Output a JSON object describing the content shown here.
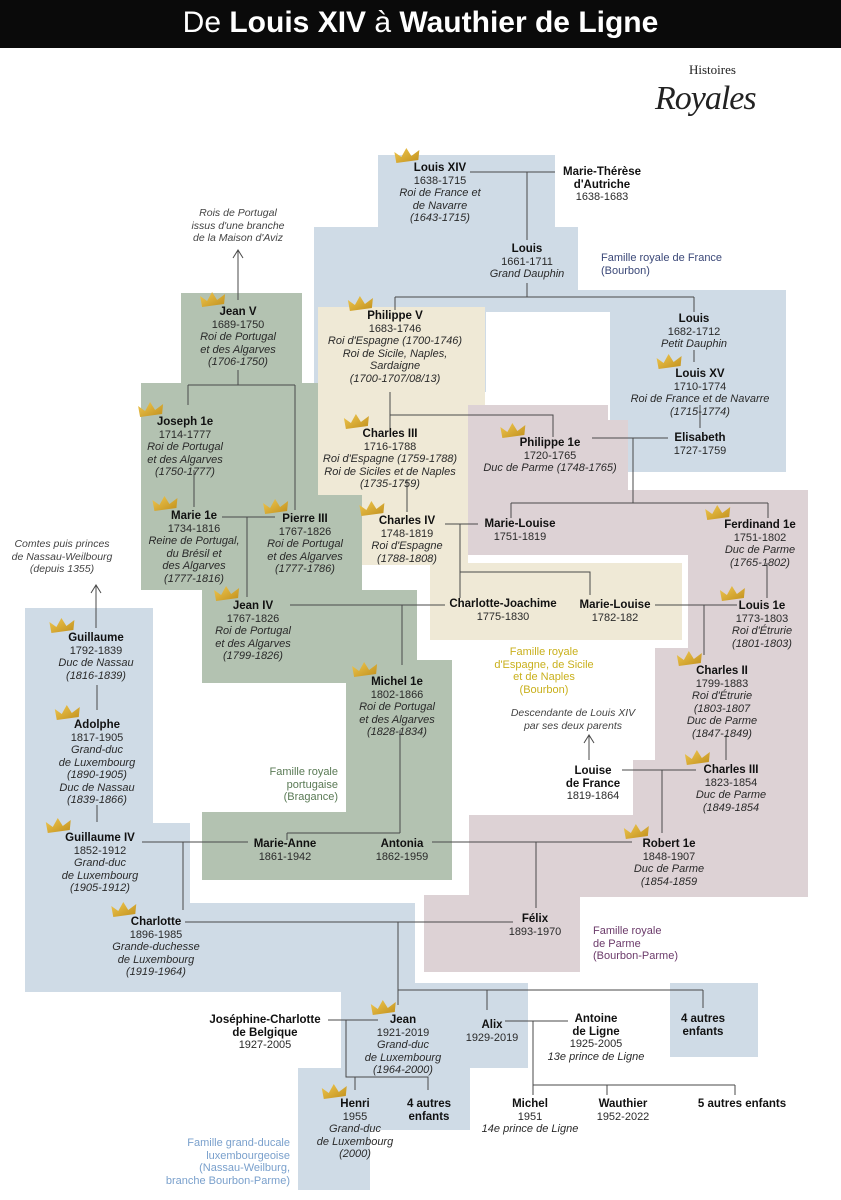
{
  "title": {
    "pre": "De",
    "name1": "Louis XIV",
    "mid": "à",
    "name2": "Wauthier de Ligne"
  },
  "logo": {
    "line1": "Histoires",
    "line2": "Royales"
  },
  "colors": {
    "france": "#cfdbe6",
    "portugal": "#b3c2b1",
    "espagne": "#efe9d6",
    "parme": "#ddd2d5",
    "crown": "#d6a62a"
  },
  "families": {
    "france": "Famille royale de France\n(Bourbon)",
    "espagne": "Famille royale\nd'Espagne, de Sicile\net de Naples\n(Bourbon)",
    "portugal": "Famille royale\nportugaise\n(Bragance)",
    "parme": "Famille royale\nde Parme\n(Bourbon-Parme)",
    "luxembourg": "Famille grand-ducale\nluxembourgeoise\n(Nassau-Weilburg,\nbranche Bourbon-Parme)"
  },
  "notes": {
    "portugal": "Rois de Portugal\nissus d'une branche\nde la Maison d'Aviz",
    "nassau": "Comtes puis princes\nde Nassau-Weilbourg\n(depuis 1355)",
    "louise": "Descendante de Louis XIV\npar ses deux parents"
  },
  "people": {
    "louis_xiv": {
      "name": "Louis XIV",
      "dates": "1638-1715",
      "title": "Roi de France et\nde Navarre\n(1643-1715)"
    },
    "marie_therese": {
      "name": "Marie-Thérèse\nd'Autriche",
      "dates": "1638-1683"
    },
    "louis_gd": {
      "name": "Louis",
      "dates": "1661-1711",
      "title": "Grand Dauphin"
    },
    "philippe_v": {
      "name": "Philippe V",
      "dates": "1683-1746",
      "title": "Roi d'Espagne (1700-1746)\nRoi de Sicile, Naples,\nSardaigne\n(1700-1707/08/13)"
    },
    "louis_pd": {
      "name": "Louis",
      "dates": "1682-1712",
      "title": "Petit Dauphin"
    },
    "louis_xv": {
      "name": "Louis XV",
      "dates": "1710-1774",
      "title": "Roi de France et de Navarre\n(1715-1774)"
    },
    "elisabeth": {
      "name": "Elisabeth",
      "dates": "1727-1759"
    },
    "charles_iii_esp": {
      "name": "Charles III",
      "dates": "1716-1788",
      "title": "Roi d'Espagne (1759-1788)\nRoi de Siciles et de Naples\n(1735-1759)"
    },
    "philippe_1e": {
      "name": "Philippe 1e",
      "dates": "1720-1765",
      "title": "Duc de Parme (1748-1765)"
    },
    "jean_v": {
      "name": "Jean V",
      "dates": "1689-1750",
      "title": "Roi de Portugal\net des Algarves\n(1706-1750)"
    },
    "joseph_1e": {
      "name": "Joseph 1e",
      "dates": "1714-1777",
      "title": "Roi de Portugal\net des Algarves\n(1750-1777)"
    },
    "marie_1e": {
      "name": "Marie 1e",
      "dates": "1734-1816",
      "title": "Reine de Portugal,\ndu Brésil et\ndes Algarves\n(1777-1816)"
    },
    "pierre_iii": {
      "name": "Pierre III",
      "dates": "1767-1826",
      "title": "Roi de Portugal\net des Algarves\n(1777-1786)"
    },
    "charles_iv": {
      "name": "Charles IV",
      "dates": "1748-1819",
      "title": "Roi d'Espagne\n(1788-1808)"
    },
    "marie_louise_parme": {
      "name": "Marie-Louise",
      "dates": "1751-1819"
    },
    "ferdinand_1e": {
      "name": "Ferdinand 1e",
      "dates": "1751-1802",
      "title": "Duc de Parme\n(1765-1802)"
    },
    "charlotte_joachime": {
      "name": "Charlotte-Joachime",
      "dates": "1775-1830"
    },
    "marie_louise_esp": {
      "name": "Marie-Louise",
      "dates": "1782-182"
    },
    "louis_1e": {
      "name": "Louis 1e",
      "dates": "1773-1803",
      "title": "Roi d'Étrurie\n(1801-1803)"
    },
    "jean_iv": {
      "name": "Jean IV",
      "dates": "1767-1826",
      "title": "Roi de Portugal\net des Algarves\n(1799-1826)"
    },
    "michel_1e": {
      "name": "Michel 1e",
      "dates": "1802-1866",
      "title": "Roi de Portugal\net des Algarves\n(1828-1834)"
    },
    "charles_ii": {
      "name": "Charles II",
      "dates": "1799-1883",
      "title": "Roi d'Étrurie\n(1803-1807\nDuc de Parme\n(1847-1849)"
    },
    "louise_france": {
      "name": "Louise\nde France",
      "dates": "1819-1864"
    },
    "charles_iii_parme": {
      "name": "Charles III",
      "dates": "1823-1854",
      "title": "Duc de Parme\n(1849-1854"
    },
    "guillaume": {
      "name": "Guillaume",
      "dates": "1792-1839",
      "title": "Duc de Nassau\n(1816-1839)"
    },
    "adolphe": {
      "name": "Adolphe",
      "dates": "1817-1905",
      "title": "Grand-duc\nde Luxembourg\n(1890-1905)\nDuc de Nassau\n(1839-1866)"
    },
    "guillaume_iv": {
      "name": "Guillaume IV",
      "dates": "1852-1912",
      "title": "Grand-duc\nde Luxembourg\n(1905-1912)"
    },
    "marie_anne": {
      "name": "Marie-Anne",
      "dates": "1861-1942"
    },
    "antonia": {
      "name": "Antonia",
      "dates": "1862-1959"
    },
    "robert_1e": {
      "name": "Robert 1e",
      "dates": "1848-1907",
      "title": "Duc de Parme\n(1854-1859"
    },
    "charlotte": {
      "name": "Charlotte",
      "dates": "1896-1985",
      "title": "Grande-duchesse\nde Luxembourg\n(1919-1964)"
    },
    "felix": {
      "name": "Félix",
      "dates": "1893-1970"
    },
    "josephine": {
      "name": "Joséphine-Charlotte\nde Belgique",
      "dates": "1927-2005"
    },
    "jean": {
      "name": "Jean",
      "dates": "1921-2019",
      "title": "Grand-duc\nde Luxembourg\n(1964-2000)"
    },
    "alix": {
      "name": "Alix",
      "dates": "1929-2019"
    },
    "antoine": {
      "name": "Antoine\nde Ligne",
      "dates": "1925-2005",
      "title": "13e prince de Ligne"
    },
    "autres4a": {
      "name": "4 autres\nenfants"
    },
    "henri": {
      "name": "Henri",
      "dates": "1955",
      "title": "Grand-duc\nde Luxembourg\n(2000)"
    },
    "autres4b": {
      "name": "4 autres\nenfants"
    },
    "michel": {
      "name": "Michel",
      "dates": "1951",
      "title": "14e prince de Ligne"
    },
    "wauthier": {
      "name": "Wauthier",
      "dates": "1952-2022"
    },
    "autres5": {
      "name": "5 autres enfants"
    }
  }
}
